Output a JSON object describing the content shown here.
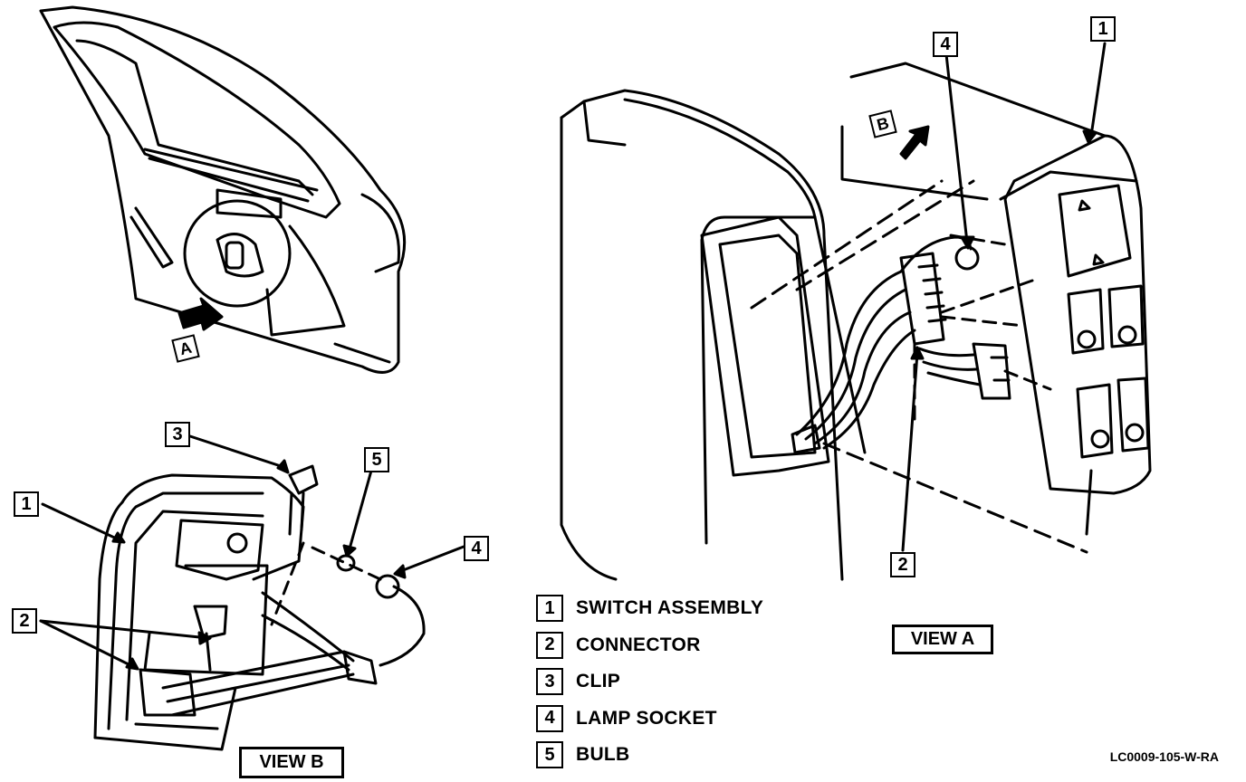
{
  "legend": [
    {
      "num": "1",
      "label": "SWITCH ASSEMBLY"
    },
    {
      "num": "2",
      "label": "CONNECTOR"
    },
    {
      "num": "3",
      "label": "CLIP"
    },
    {
      "num": "4",
      "label": "LAMP SOCKET"
    },
    {
      "num": "5",
      "label": "BULB"
    }
  ],
  "views": {
    "a_label": "VIEW A",
    "b_label": "VIEW B"
  },
  "tags": {
    "a": "A",
    "b": "B"
  },
  "callouts": {
    "view_b_1": "1",
    "view_b_2": "2",
    "view_b_3": "3",
    "view_b_4": "4",
    "view_b_5": "5",
    "view_a_1": "1",
    "view_a_2": "2",
    "view_a_4": "4"
  },
  "figure_code": "LC0009-105-W-RA"
}
